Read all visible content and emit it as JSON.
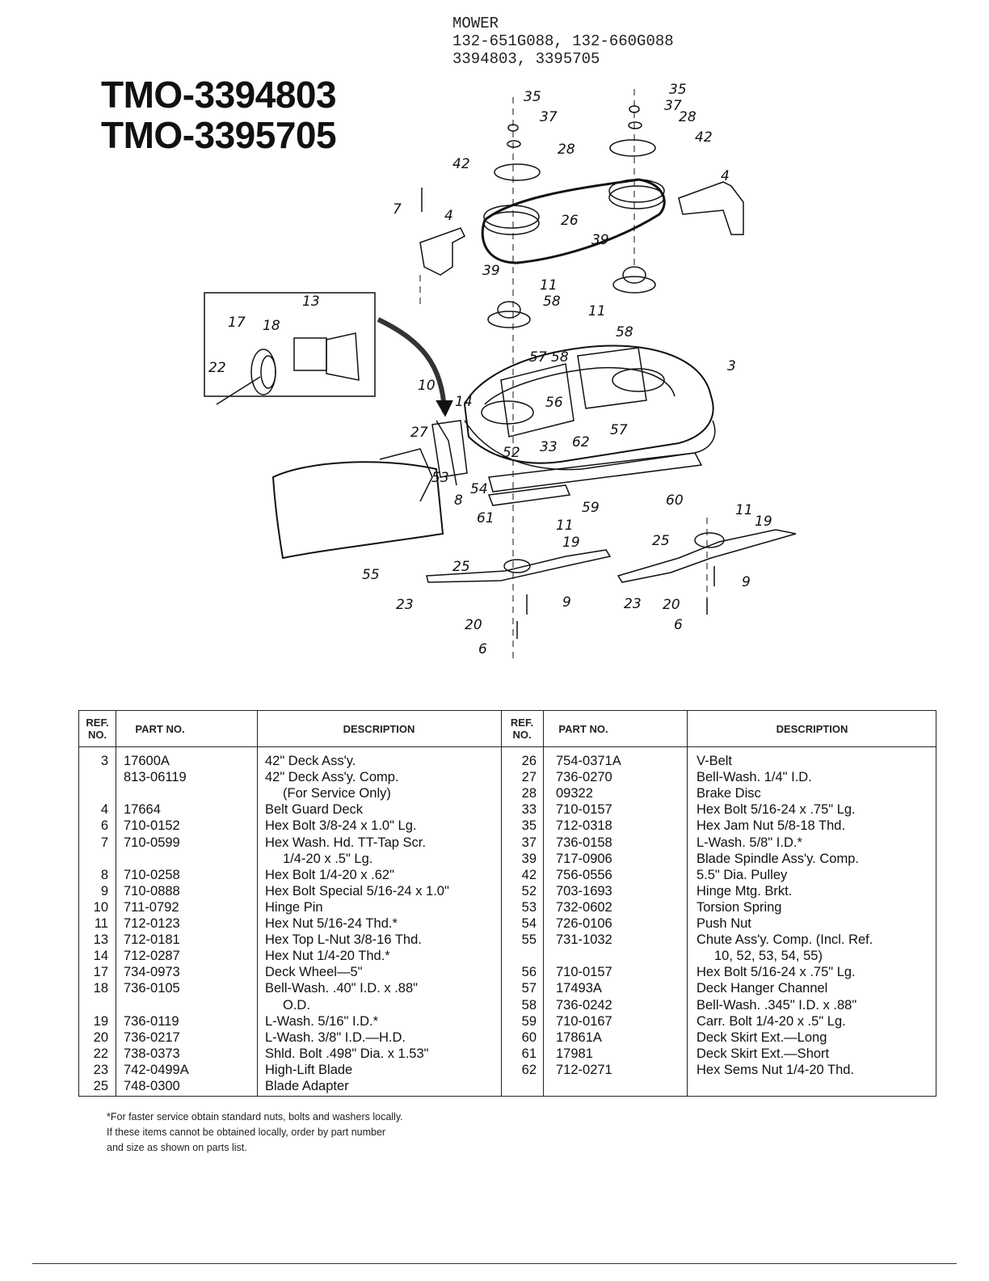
{
  "header": {
    "line1": "MOWER",
    "line2": "132-651G088, 132-660G088",
    "line3": "3394803, 3395705"
  },
  "models": [
    "TMO-3394803",
    "TMO-3395705"
  ],
  "diagram": {
    "callouts": [
      "35",
      "37",
      "28",
      "42",
      "35",
      "37",
      "28",
      "42",
      "7",
      "4",
      "26",
      "4",
      "39",
      "13",
      "17",
      "18",
      "39",
      "11",
      "58",
      "11",
      "58",
      "22",
      "57",
      "58",
      "3",
      "10",
      "14",
      "56",
      "27",
      "52",
      "33",
      "62",
      "57",
      "53",
      "8",
      "54",
      "61",
      "59",
      "60",
      "11",
      "19",
      "25",
      "11",
      "19",
      "25",
      "55",
      "23",
      "9",
      "23",
      "20",
      "9",
      "20",
      "6",
      "6"
    ]
  },
  "table": {
    "headers": {
      "ref_no": "REF. NO.",
      "part_no": "PART NO.",
      "description": "DESCRIPTION"
    },
    "left_rows": [
      {
        "ref": "3",
        "part": "17600A",
        "desc": "42\" Deck Ass'y."
      },
      {
        "ref": "",
        "part": "813-06119",
        "desc": "42\" Deck Ass'y. Comp."
      },
      {
        "ref": "",
        "part": "",
        "desc": "(For Service Only)"
      },
      {
        "ref": "4",
        "part": "17664",
        "desc": "Belt Guard Deck"
      },
      {
        "ref": "6",
        "part": "710-0152",
        "desc": "Hex Bolt 3/8-24 x 1.0\" Lg."
      },
      {
        "ref": "7",
        "part": "710-0599",
        "desc": "Hex Wash. Hd. TT-Tap Scr."
      },
      {
        "ref": "",
        "part": "",
        "desc": "1/4-20 x .5\" Lg."
      },
      {
        "ref": "8",
        "part": "710-0258",
        "desc": "Hex Bolt 1/4-20 x .62\""
      },
      {
        "ref": "9",
        "part": "710-0888",
        "desc": "Hex Bolt Special 5/16-24 x 1.0\""
      },
      {
        "ref": "10",
        "part": "711-0792",
        "desc": "Hinge Pin"
      },
      {
        "ref": "11",
        "part": "712-0123",
        "desc": "Hex Nut 5/16-24 Thd.*"
      },
      {
        "ref": "13",
        "part": "712-0181",
        "desc": "Hex Top L-Nut 3/8-16 Thd."
      },
      {
        "ref": "14",
        "part": "712-0287",
        "desc": "Hex Nut 1/4-20 Thd.*"
      },
      {
        "ref": "17",
        "part": "734-0973",
        "desc": "Deck Wheel—5\""
      },
      {
        "ref": "18",
        "part": "736-0105",
        "desc": "Bell-Wash. .40\" I.D. x .88\""
      },
      {
        "ref": "",
        "part": "",
        "desc": "O.D."
      },
      {
        "ref": "19",
        "part": "736-0119",
        "desc": "L-Wash. 5/16\" I.D.*"
      },
      {
        "ref": "20",
        "part": "736-0217",
        "desc": "L-Wash. 3/8\" I.D.—H.D."
      },
      {
        "ref": "22",
        "part": "738-0373",
        "desc": "Shld. Bolt .498\" Dia. x 1.53\""
      },
      {
        "ref": "23",
        "part": "742-0499A",
        "desc": "High-Lift Blade"
      },
      {
        "ref": "25",
        "part": "748-0300",
        "desc": "Blade Adapter"
      }
    ],
    "right_rows": [
      {
        "ref": "26",
        "part": "754-0371A",
        "desc": "V-Belt"
      },
      {
        "ref": "27",
        "part": "736-0270",
        "desc": "Bell-Wash. 1/4\" I.D."
      },
      {
        "ref": "28",
        "part": "09322",
        "desc": "Brake Disc"
      },
      {
        "ref": "33",
        "part": "710-0157",
        "desc": "Hex Bolt 5/16-24 x .75\" Lg."
      },
      {
        "ref": "35",
        "part": "712-0318",
        "desc": "Hex Jam Nut 5/8-18 Thd."
      },
      {
        "ref": "37",
        "part": "736-0158",
        "desc": "L-Wash. 5/8\" I.D.*"
      },
      {
        "ref": "39",
        "part": "717-0906",
        "desc": "Blade Spindle Ass'y. Comp."
      },
      {
        "ref": "42",
        "part": "756-0556",
        "desc": "5.5\" Dia. Pulley"
      },
      {
        "ref": "52",
        "part": "703-1693",
        "desc": "Hinge Mtg. Brkt."
      },
      {
        "ref": "53",
        "part": "732-0602",
        "desc": "Torsion Spring"
      },
      {
        "ref": "54",
        "part": "726-0106",
        "desc": "Push Nut"
      },
      {
        "ref": "55",
        "part": "731-1032",
        "desc": "Chute Ass'y. Comp. (Incl. Ref."
      },
      {
        "ref": "",
        "part": "",
        "desc": "10, 52, 53, 54, 55)"
      },
      {
        "ref": "56",
        "part": "710-0157",
        "desc": "Hex Bolt 5/16-24 x .75\" Lg."
      },
      {
        "ref": "57",
        "part": "17493A",
        "desc": "Deck Hanger Channel"
      },
      {
        "ref": "58",
        "part": "736-0242",
        "desc": "Bell-Wash. .345\" I.D. x .88\""
      },
      {
        "ref": "59",
        "part": "710-0167",
        "desc": "Carr. Bolt 1/4-20 x .5\" Lg."
      },
      {
        "ref": "60",
        "part": "17861A",
        "desc": "Deck Skirt Ext.—Long"
      },
      {
        "ref": "61",
        "part": "17981",
        "desc": "Deck Skirt Ext.—Short"
      },
      {
        "ref": "62",
        "part": "712-0271",
        "desc": "Hex Sems Nut 1/4-20 Thd."
      }
    ]
  },
  "footnote": {
    "line1": "*For faster service obtain standard nuts, bolts and washers locally.",
    "line2": "If these items cannot be obtained locally, order by part number",
    "line3": "and size as shown on parts list."
  }
}
